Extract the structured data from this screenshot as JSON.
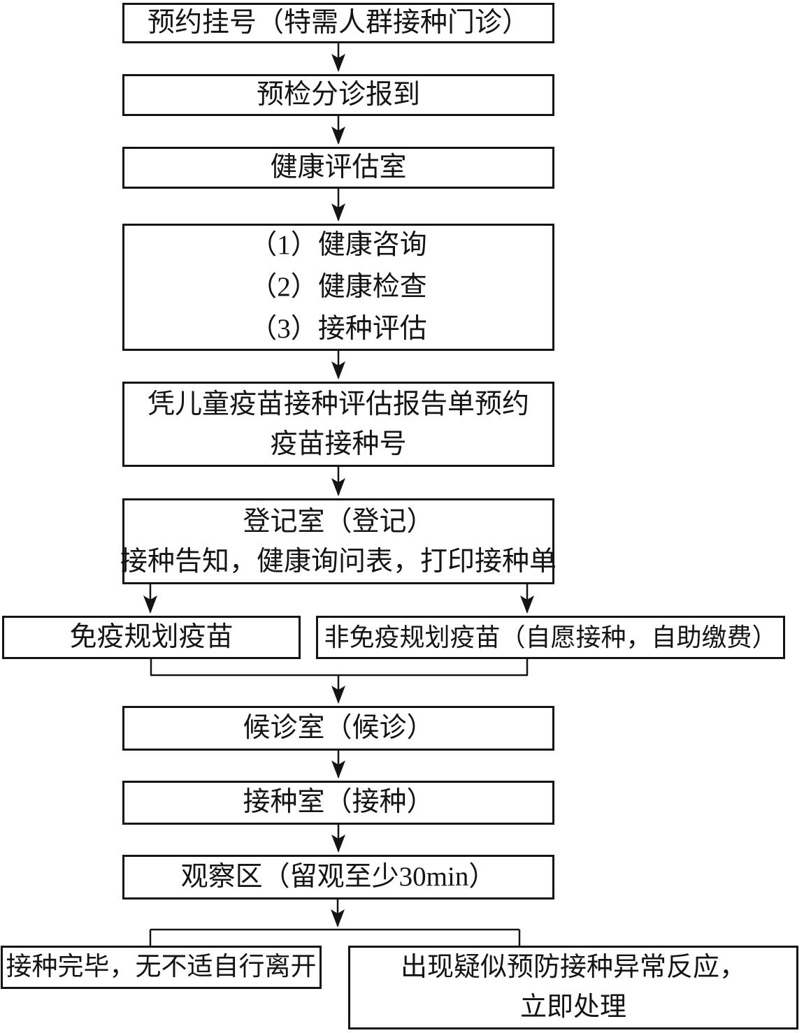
{
  "flowchart": {
    "description": "vaccination-clinic-process-flow",
    "colors": {
      "border": "#141414",
      "background": "#ffffff",
      "text": "#141414"
    },
    "nodes": [
      {
        "name": "appointment-registration",
        "lines": [
          "预约挂号（特需人群接种门诊）"
        ]
      },
      {
        "name": "pre-check-triage",
        "lines": [
          "预检分诊报到"
        ]
      },
      {
        "name": "health-assessment-room",
        "lines": [
          "健康评估室"
        ]
      },
      {
        "name": "assessment-steps",
        "lines": [
          "（1）健康咨询",
          "（2）健康检查",
          "（3）接种评估"
        ]
      },
      {
        "name": "report-slip-booking",
        "lines": [
          "凭儿童疫苗接种评估报告单预约",
          "疫苗接种号"
        ]
      },
      {
        "name": "registration-room",
        "lines": [
          "登记室（登记）",
          "接种告知，健康询问表，打印接种单"
        ]
      },
      {
        "name": "epi-vaccine",
        "lines": [
          "免疫规划疫苗"
        ]
      },
      {
        "name": "non-epi-vaccine",
        "lines": [
          "非免疫规划疫苗（自愿接种，自助缴费）"
        ]
      },
      {
        "name": "waiting-room",
        "lines": [
          "候诊室（候诊）"
        ]
      },
      {
        "name": "vaccination-room",
        "lines": [
          "接种室（接种）"
        ]
      },
      {
        "name": "observation-area",
        "lines": [
          "观察区（留观至少30min）"
        ]
      },
      {
        "name": "leave-if-well",
        "lines": [
          "接种完毕，无不适自行离开"
        ]
      },
      {
        "name": "adverse-reaction-handle",
        "lines": [
          "出现疑似预防接种异常反应，",
          "立即处理"
        ]
      }
    ]
  }
}
